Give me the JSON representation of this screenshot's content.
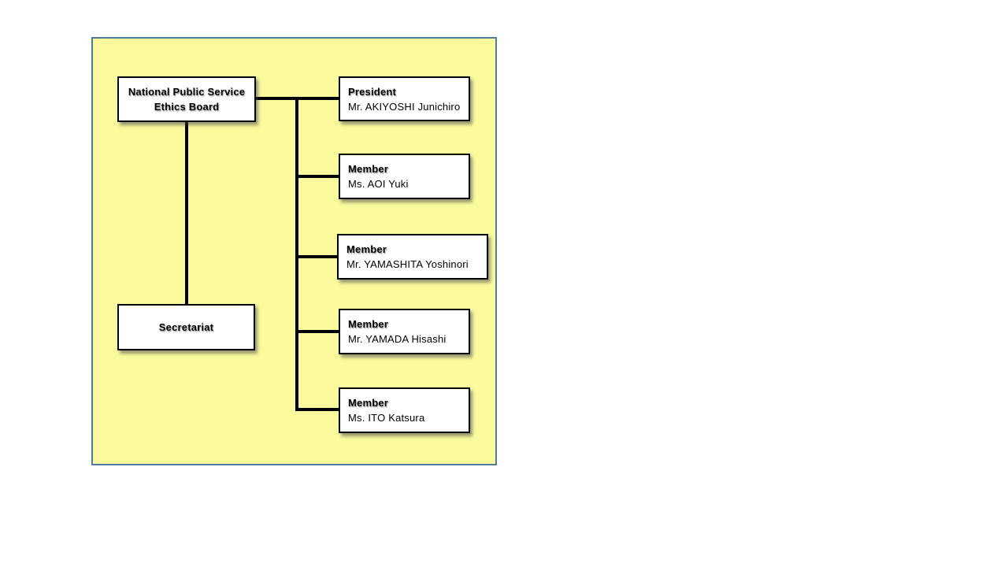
{
  "org_chart": {
    "board": {
      "line1": "National Public Service",
      "line2": "Ethics Board"
    },
    "secretariat": {
      "label": "Secretariat"
    },
    "members": [
      {
        "title": "President",
        "name": "Mr. AKIYOSHI Junichiro"
      },
      {
        "title": "Member",
        "name": "Ms. AOI Yuki"
      },
      {
        "title": "Member",
        "name": "Mr. YAMASHITA Yoshinori"
      },
      {
        "title": "Member",
        "name": "Mr. YAMADA Hisashi"
      },
      {
        "title": "Member",
        "name": "Ms. ITO Katsura"
      }
    ],
    "colors": {
      "panel_background": "#FBFB9E",
      "panel_border": "#4E7CA1",
      "box_fill": "#FFFFFF",
      "box_border": "#000000",
      "connector": "#000000",
      "text": "#000000"
    }
  }
}
